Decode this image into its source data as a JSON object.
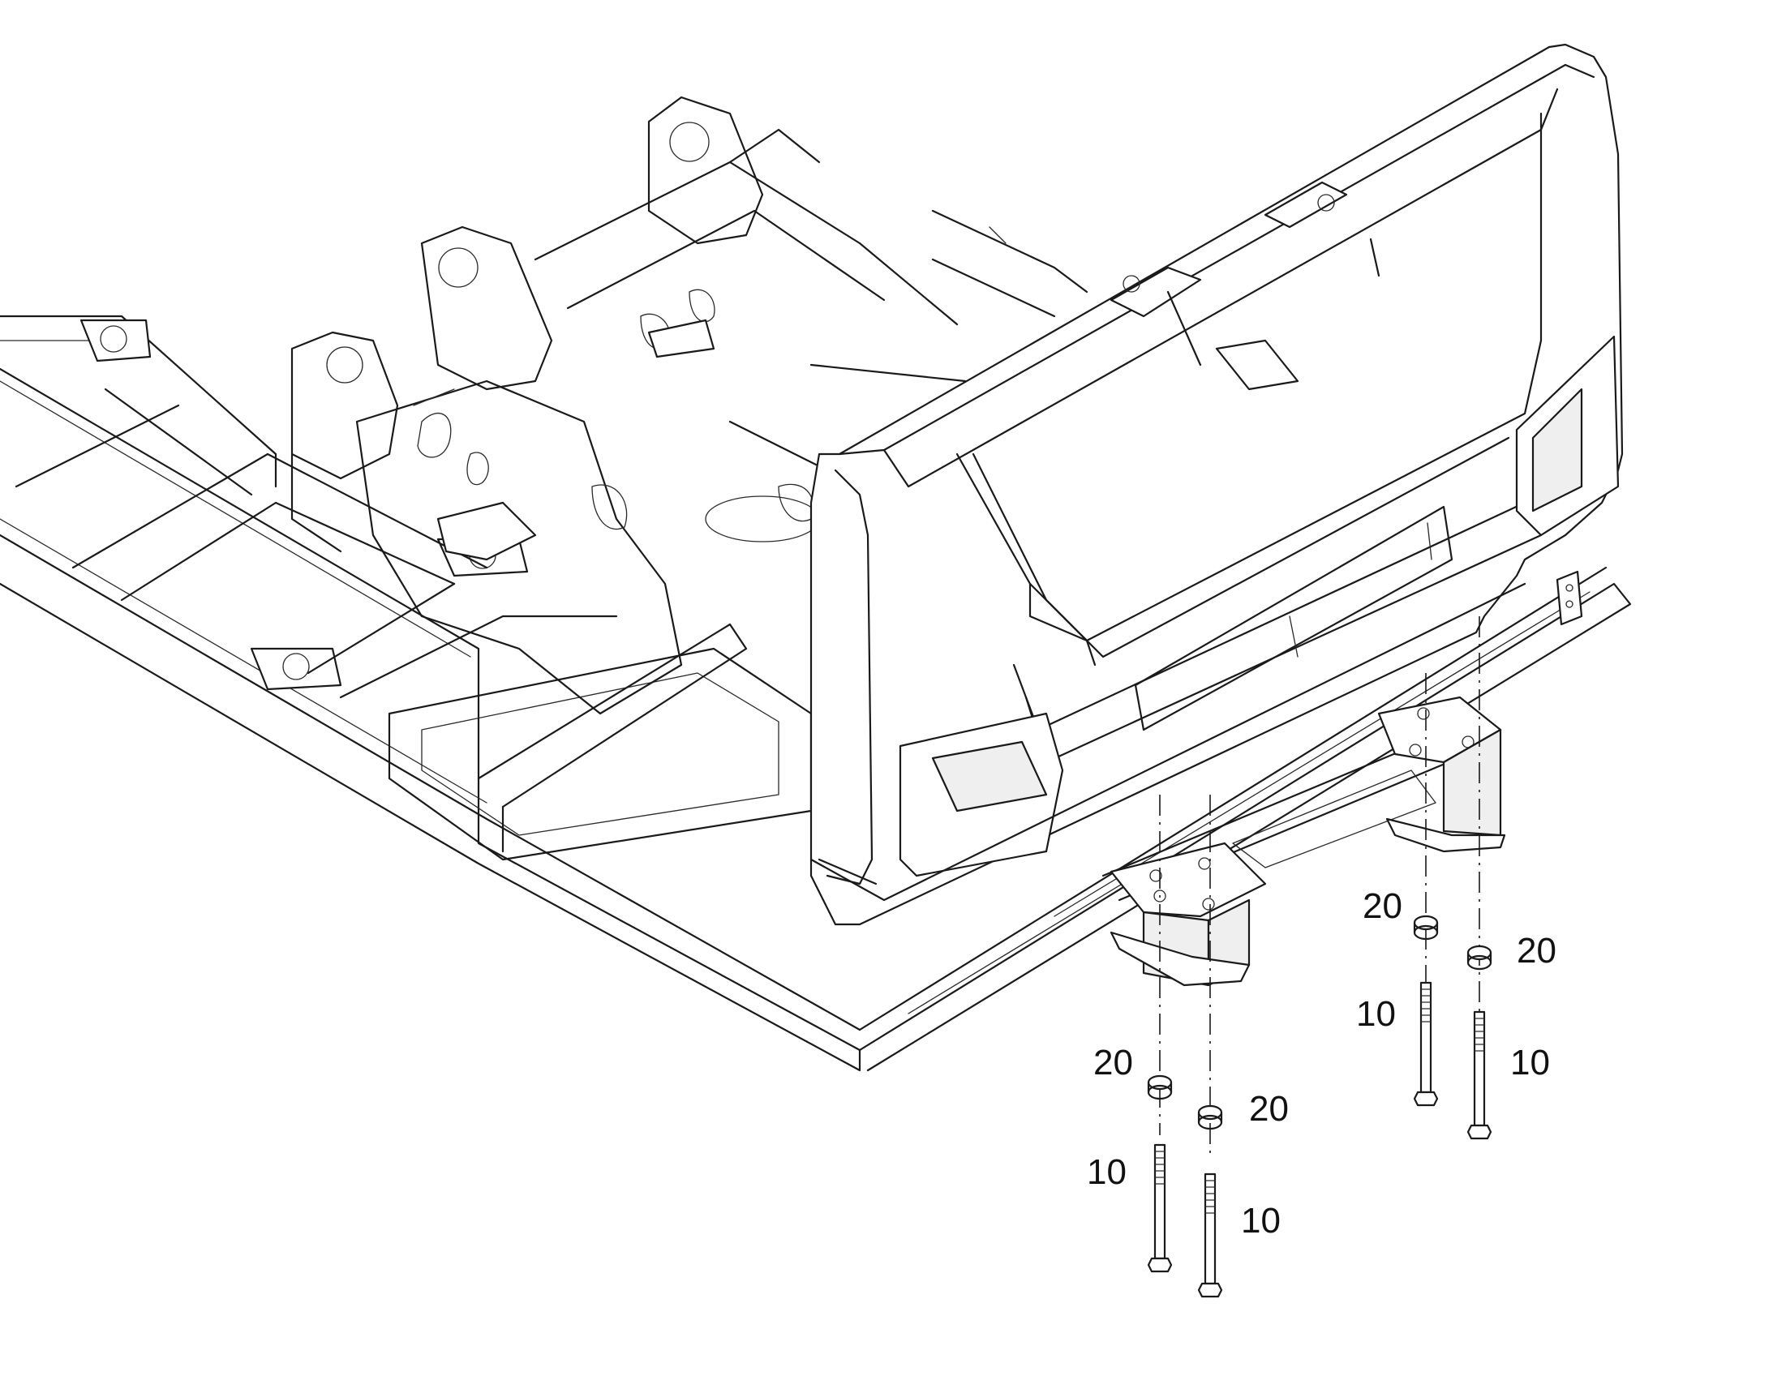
{
  "diagram": {
    "callouts": [
      {
        "id": "c20-a",
        "text": "20",
        "part": "washer"
      },
      {
        "id": "c20-b",
        "text": "20",
        "part": "washer"
      },
      {
        "id": "c20-c",
        "text": "20",
        "part": "washer"
      },
      {
        "id": "c20-d",
        "text": "20",
        "part": "washer"
      },
      {
        "id": "c10-a",
        "text": "10",
        "part": "bolt"
      },
      {
        "id": "c10-b",
        "text": "10",
        "part": "bolt"
      },
      {
        "id": "c10-c",
        "text": "10",
        "part": "bolt"
      },
      {
        "id": "c10-d",
        "text": "10",
        "part": "bolt"
      }
    ],
    "colors": {
      "line": "#1a1a1a",
      "background": "#ffffff",
      "shade": "#efefef"
    }
  }
}
